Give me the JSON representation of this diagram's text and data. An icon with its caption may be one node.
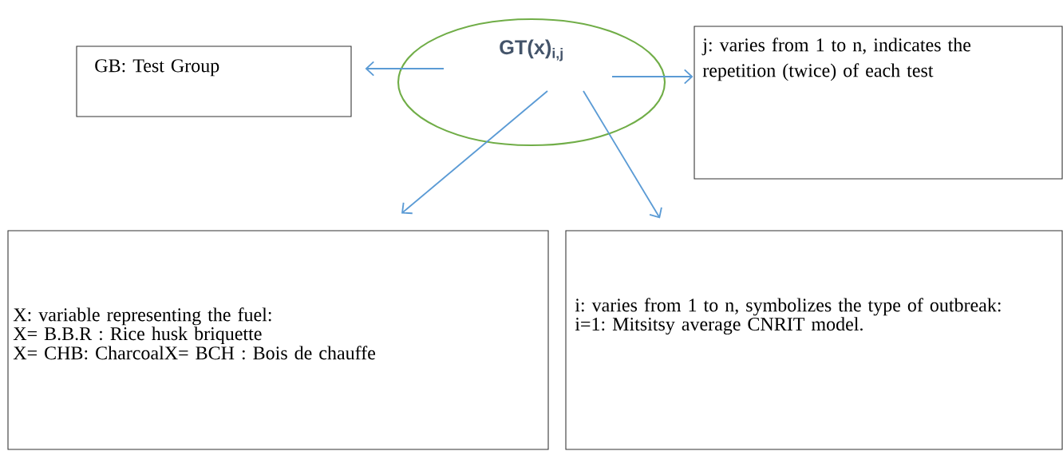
{
  "diagram": {
    "nodes": [
      {
        "text": [
          "GT(x)$_{i,j}$"
        ]
      },
      {
        "text": [
          "GB: Test Group"
        ]
      },
      {
        "text": [
          "j: varies from 1 to n, indicates the repetition (twice) of each test"
        ]
      },
      {
        "text": [
          "X: variable representing the fuel:",
          "X= B.B.R : Rice husk briquette",
          "X= CHB: CharcoalX= BCH : Bois de chauffe"
        ]
      },
      {
        "text": [
          "i: varies from 1 to n, symbolizes the type of outbreak:",
          "i=1: Mitsitsy average CNRIT model."
        ]
      }
    ],
    "edges": [
      {
        "from": 0,
        "to": 1,
        "arrow": "to"
      },
      {
        "from": 0,
        "to": 2,
        "arrow": "to"
      },
      {
        "from": 0,
        "to": 3,
        "arrow": "to"
      },
      {
        "from": 0,
        "to": 4,
        "arrow": "to"
      }
    ]
  }
}
